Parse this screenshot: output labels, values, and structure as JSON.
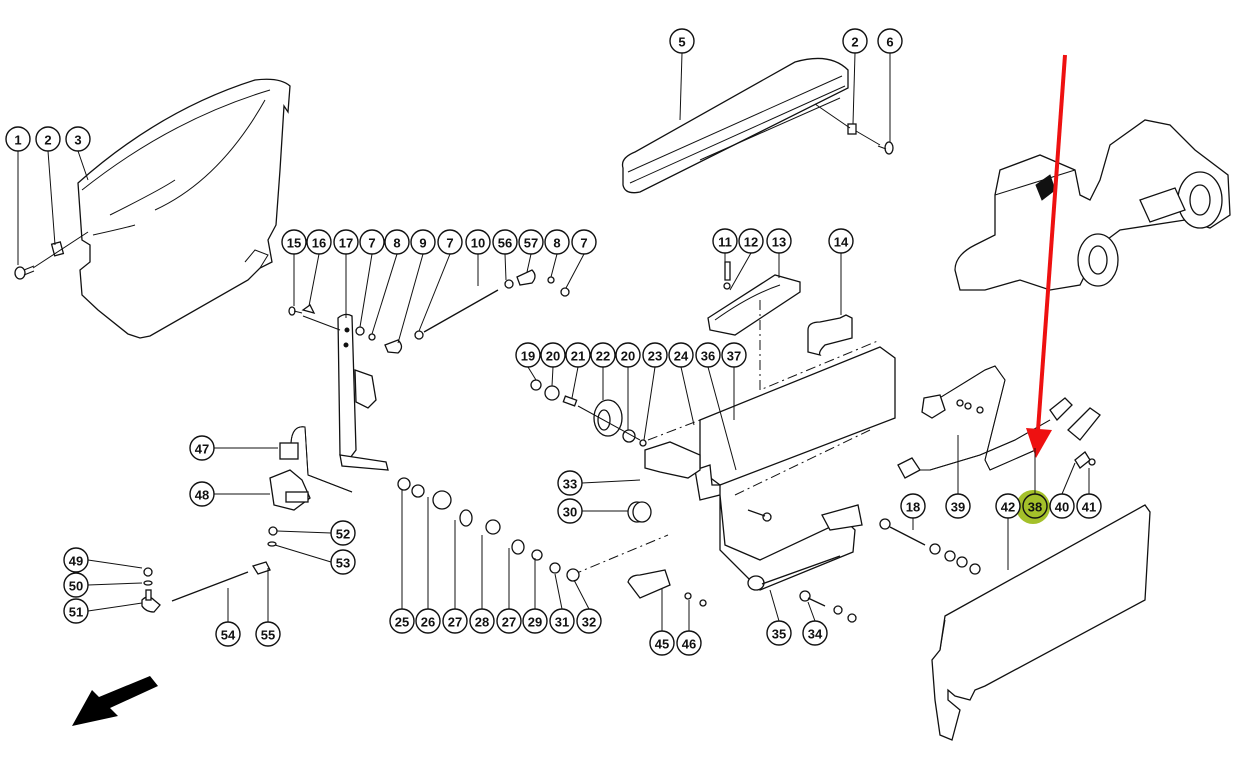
{
  "title": "Armrest / control console exploded parts diagram",
  "highlight": {
    "callout": "38",
    "color": "#a4c02a"
  },
  "indicator_arrow": {
    "color": "#ee1111",
    "points_to": "38"
  },
  "direction_arrow": {
    "meaning": "forward-direction",
    "color": "#000000"
  },
  "callouts": [
    {
      "id": "c1",
      "label": "1",
      "part": "bolt"
    },
    {
      "id": "c2a",
      "label": "2",
      "part": "clip-nut"
    },
    {
      "id": "c3",
      "label": "3",
      "part": "side-cover-panel"
    },
    {
      "id": "c5",
      "label": "5",
      "part": "armrest-pad"
    },
    {
      "id": "c2b",
      "label": "2",
      "part": "clip-nut"
    },
    {
      "id": "c6",
      "label": "6",
      "part": "screw"
    },
    {
      "id": "c15",
      "label": "15",
      "part": "pin"
    },
    {
      "id": "c16",
      "label": "16",
      "part": "clip"
    },
    {
      "id": "c17",
      "label": "17",
      "part": "lever-plate"
    },
    {
      "id": "c7a",
      "label": "7",
      "part": "nut"
    },
    {
      "id": "c8a",
      "label": "8",
      "part": "washer"
    },
    {
      "id": "c9",
      "label": "9",
      "part": "ball-joint"
    },
    {
      "id": "c7b",
      "label": "7",
      "part": "nut"
    },
    {
      "id": "c10",
      "label": "10",
      "part": "threaded-rod"
    },
    {
      "id": "c56",
      "label": "56",
      "part": "nut"
    },
    {
      "id": "c57",
      "label": "57",
      "part": "ball-joint"
    },
    {
      "id": "c8b",
      "label": "8",
      "part": "washer"
    },
    {
      "id": "c7c",
      "label": "7",
      "part": "nut"
    },
    {
      "id": "c11",
      "label": "11",
      "part": "screw"
    },
    {
      "id": "c12",
      "label": "12",
      "part": "washer"
    },
    {
      "id": "c13",
      "label": "13",
      "part": "guide-rail"
    },
    {
      "id": "c14",
      "label": "14",
      "part": "bracket"
    },
    {
      "id": "c19",
      "label": "19",
      "part": "nut"
    },
    {
      "id": "c20a",
      "label": "20",
      "part": "bearing"
    },
    {
      "id": "c21",
      "label": "21",
      "part": "bushing"
    },
    {
      "id": "c22",
      "label": "22",
      "part": "pulley"
    },
    {
      "id": "c20b",
      "label": "20",
      "part": "bearing"
    },
    {
      "id": "c23",
      "label": "23",
      "part": "washer"
    },
    {
      "id": "c24",
      "label": "24",
      "part": "screw"
    },
    {
      "id": "c36",
      "label": "36",
      "part": "screw"
    },
    {
      "id": "c37",
      "label": "37",
      "part": "console-housing"
    },
    {
      "id": "c47",
      "label": "47",
      "part": "lever-arm"
    },
    {
      "id": "c48",
      "label": "48",
      "part": "switch-block"
    },
    {
      "id": "c33",
      "label": "33",
      "part": "support-block"
    },
    {
      "id": "c30",
      "label": "30",
      "part": "sleeve"
    },
    {
      "id": "c39",
      "label": "39",
      "part": "microswitch"
    },
    {
      "id": "c18",
      "label": "18",
      "part": "bolt"
    },
    {
      "id": "c42",
      "label": "42",
      "part": "front-cover-panel"
    },
    {
      "id": "c38",
      "label": "38",
      "part": "wiring-harness"
    },
    {
      "id": "c40",
      "label": "40",
      "part": "cable-clip"
    },
    {
      "id": "c41",
      "label": "41",
      "part": "screw"
    },
    {
      "id": "c52",
      "label": "52",
      "part": "nut"
    },
    {
      "id": "c53",
      "label": "53",
      "part": "washer"
    },
    {
      "id": "c49",
      "label": "49",
      "part": "nut"
    },
    {
      "id": "c50",
      "label": "50",
      "part": "washer"
    },
    {
      "id": "c51",
      "label": "51",
      "part": "ball-joint"
    },
    {
      "id": "c54",
      "label": "54",
      "part": "rod"
    },
    {
      "id": "c55",
      "label": "55",
      "part": "ball-joint"
    },
    {
      "id": "c25",
      "label": "25",
      "part": "washer"
    },
    {
      "id": "c26",
      "label": "26",
      "part": "washer"
    },
    {
      "id": "c27a",
      "label": "27",
      "part": "bushing"
    },
    {
      "id": "c28",
      "label": "28",
      "part": "washer"
    },
    {
      "id": "c27b",
      "label": "27",
      "part": "bushing"
    },
    {
      "id": "c29",
      "label": "29",
      "part": "washer"
    },
    {
      "id": "c31",
      "label": "31",
      "part": "nut"
    },
    {
      "id": "c32",
      "label": "32",
      "part": "nut"
    },
    {
      "id": "c45",
      "label": "45",
      "part": "bracket"
    },
    {
      "id": "c46",
      "label": "46",
      "part": "screw"
    },
    {
      "id": "c35",
      "label": "35",
      "part": "shaft"
    },
    {
      "id": "c34",
      "label": "34",
      "part": "bolt"
    }
  ]
}
